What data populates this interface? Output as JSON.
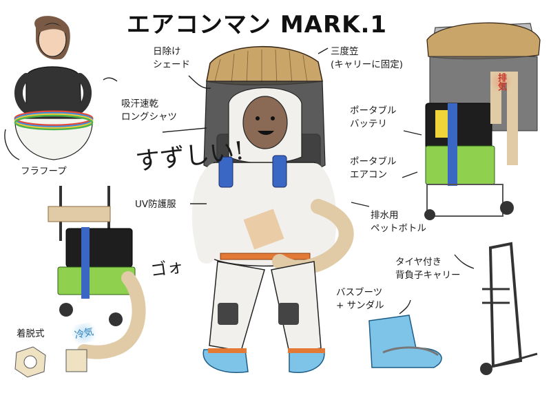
{
  "title": "エアコンマン MARK.1",
  "labels": {
    "shade": "日除け\nシェード",
    "sandogasa": "三度笠\n(キャリーに固定)",
    "shirt": "吸汗速乾\nロングシャツ",
    "exclaim": "すずしい!",
    "hoop": "フラフープ",
    "battery": "ポータブル\nバッテリ",
    "aircon": "ポータブル\nエアコン",
    "suit": "UV防護服",
    "drain": "排水用\nペットボトル",
    "go": "ゴォ",
    "carrier": "タイヤ付き\n背負子キャリー",
    "boots": "バスブーツ\n+ サンダル",
    "detach": "着脱式",
    "exhaust": "排気",
    "cold": "冷気"
  },
  "colors": {
    "hat": "#c9a56a",
    "suit": "#f1f0ec",
    "accent_blue": "#3b67c4",
    "boot_blue": "#7ec3e8",
    "aircon_green": "#8fd14f",
    "hose": "#e0cba6",
    "band_orange": "#e27a35"
  }
}
